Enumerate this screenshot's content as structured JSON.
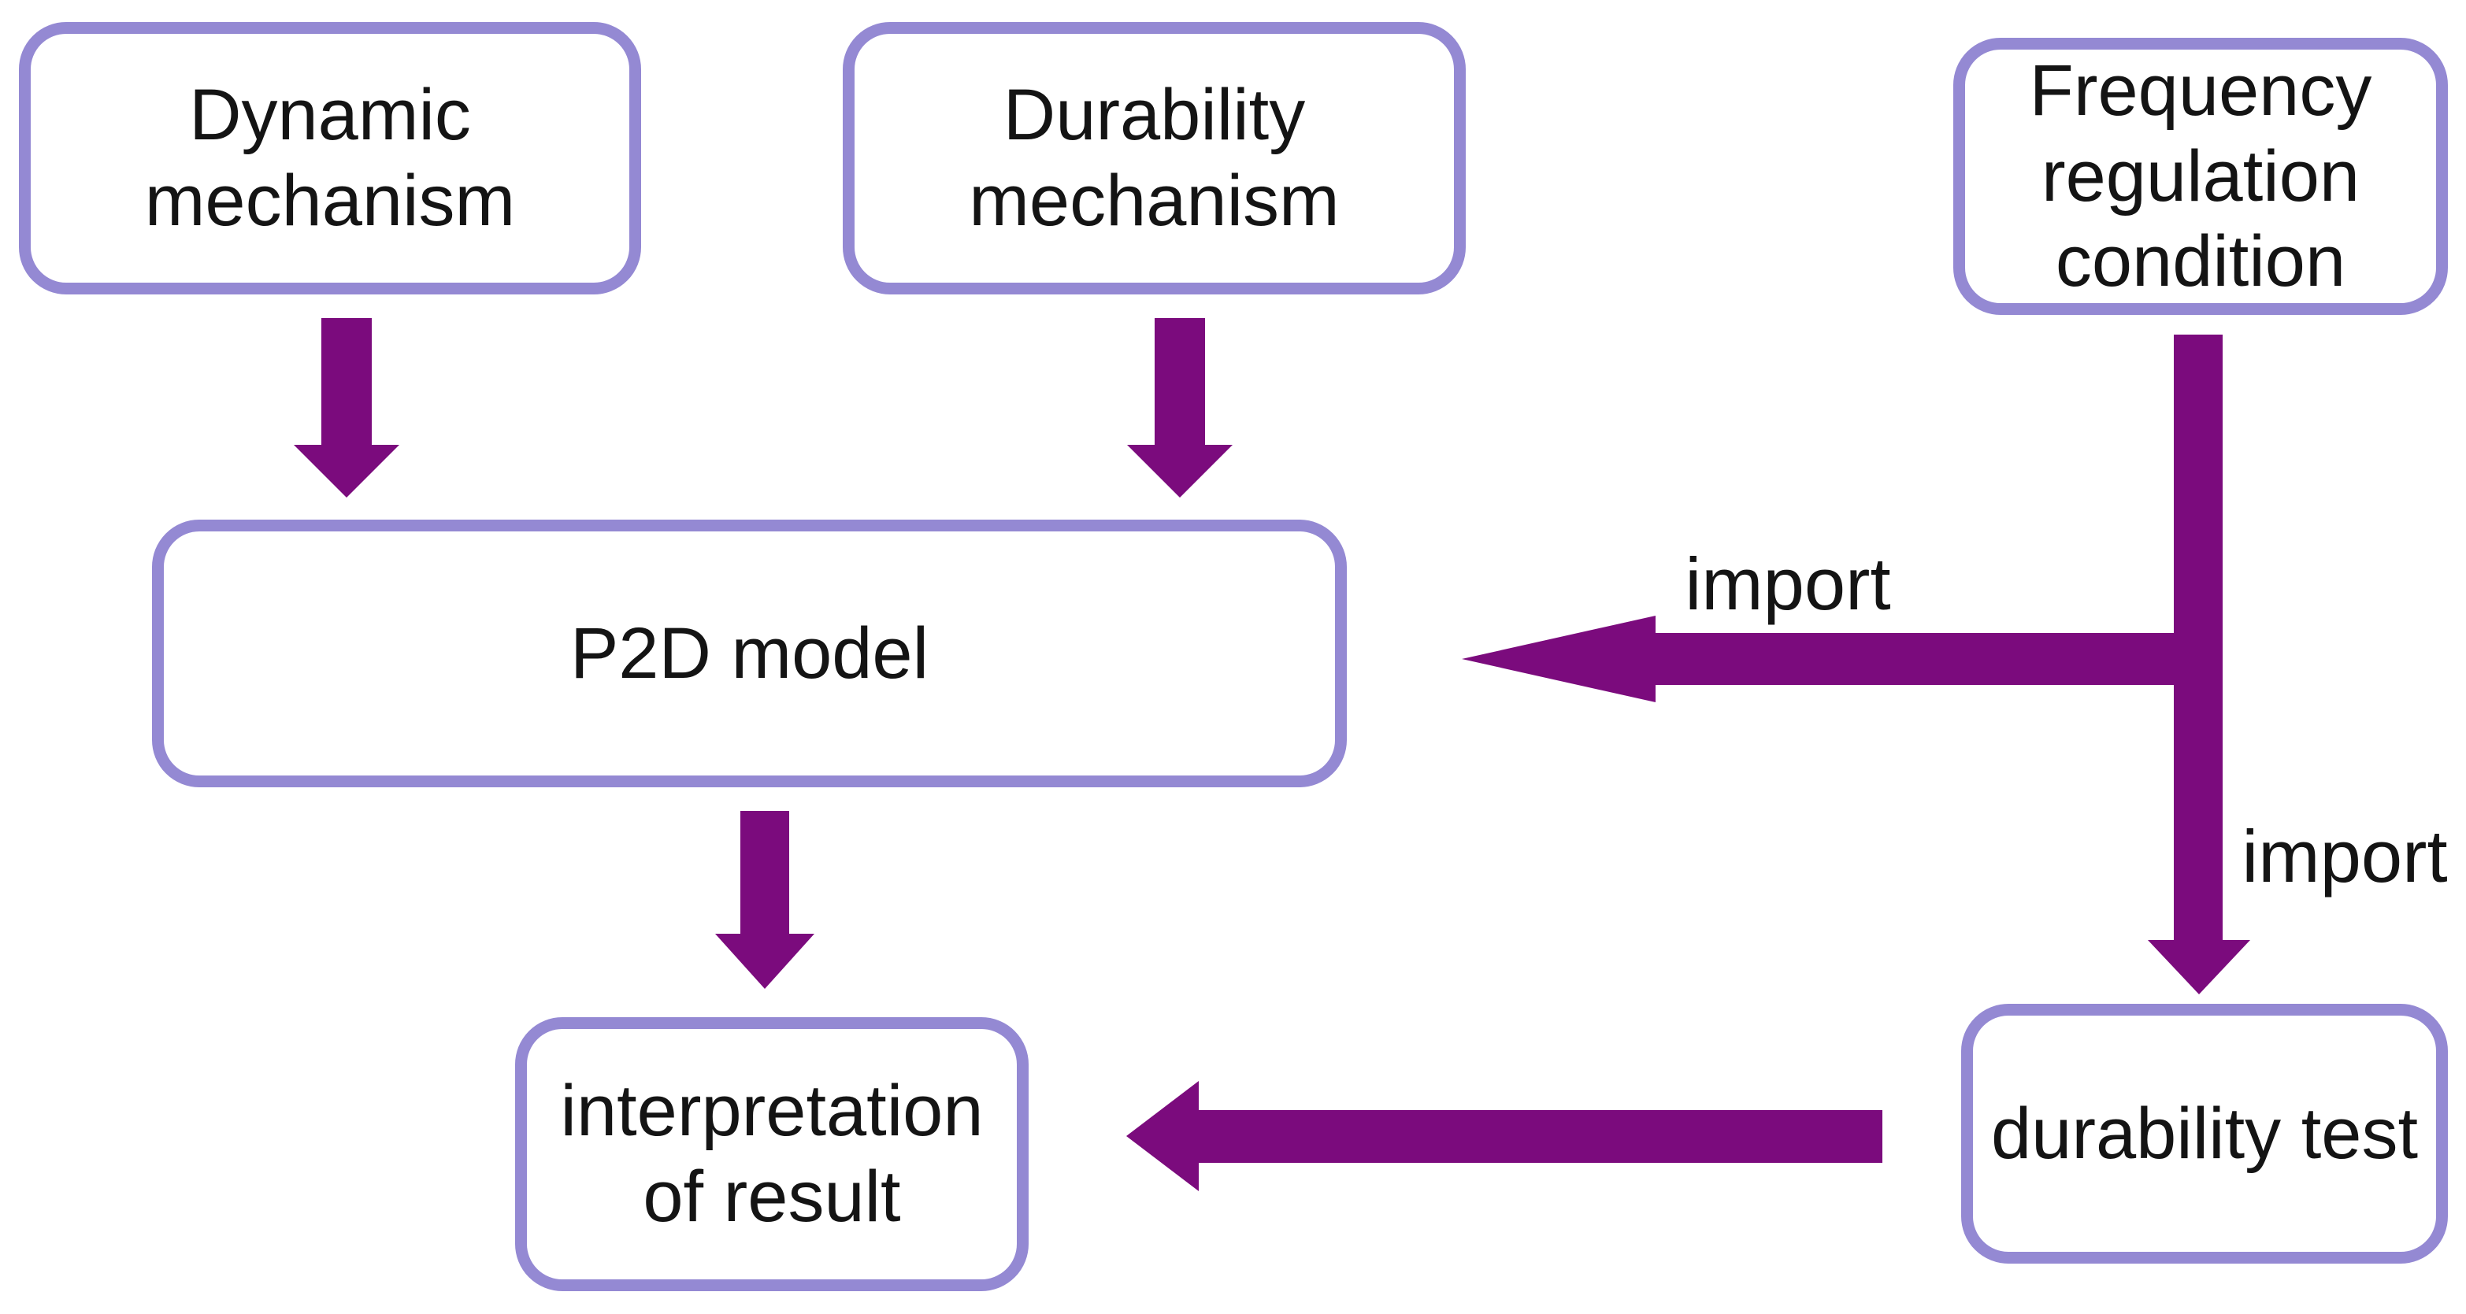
{
  "colors": {
    "background": "#ffffff",
    "box_fill": "#ffffff",
    "box_border": "#9489d3",
    "arrow": "#7b0b7d",
    "text": "#141414"
  },
  "nodes": {
    "dynamic_mechanism": {
      "lines": [
        "Dynamic",
        "mechanism"
      ]
    },
    "durability_mechanism": {
      "lines": [
        "Durability",
        "mechanism"
      ]
    },
    "frequency_regulation_condition": {
      "lines": [
        "Frequency",
        "regulation",
        "condition"
      ]
    },
    "p2d_model": {
      "lines": [
        "P2D model"
      ]
    },
    "interpretation_of_result": {
      "lines": [
        "interpretation",
        "of result"
      ]
    },
    "durability_test": {
      "lines": [
        "durability test"
      ]
    }
  },
  "edge_labels": {
    "import_to_p2d": "import",
    "import_to_durability_test": "import"
  },
  "connections": [
    {
      "from": "Dynamic mechanism",
      "to": "P2D model",
      "label": ""
    },
    {
      "from": "Durability mechanism",
      "to": "P2D model",
      "label": ""
    },
    {
      "from": "Frequency regulation condition",
      "to": "P2D model",
      "label": "import"
    },
    {
      "from": "Frequency regulation condition",
      "to": "durability test",
      "label": "import"
    },
    {
      "from": "P2D model",
      "to": "interpretation of result",
      "label": ""
    },
    {
      "from": "durability test",
      "to": "interpretation of result",
      "label": ""
    }
  ]
}
